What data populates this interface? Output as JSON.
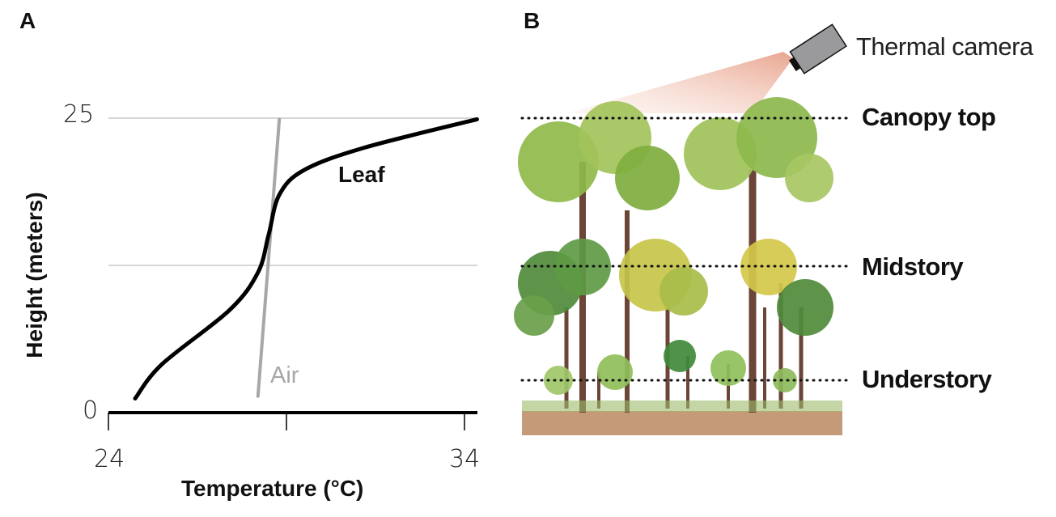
{
  "panel_a": {
    "label": "A",
    "chart_data": {
      "type": "line",
      "xlabel": "Temperature (°C)",
      "ylabel": "Height (meters)",
      "xlim": [
        24,
        34
      ],
      "ylim": [
        0,
        25
      ],
      "xticks": [
        "24",
        "34"
      ],
      "yticks": [
        "0",
        "25"
      ],
      "grid": true,
      "series": [
        {
          "name": "Leaf",
          "color": "#000000",
          "x": [
            24.75,
            25.5,
            27.4,
            28.2,
            28.5,
            28.8,
            29.5,
            31.2,
            34.35
          ],
          "y": [
            1.2,
            4.1,
            8.7,
            11.9,
            15.1,
            18.5,
            20.6,
            22.5,
            24.9
          ]
        },
        {
          "name": "Air",
          "color": "#a7a7a9",
          "x": [
            28.2,
            28.8
          ],
          "y": [
            1.4,
            24.9
          ]
        }
      ]
    }
  },
  "panel_b": {
    "label": "B",
    "camera_label": "Thermal camera",
    "levels": [
      "Canopy top",
      "Midstory",
      "Understory"
    ]
  }
}
